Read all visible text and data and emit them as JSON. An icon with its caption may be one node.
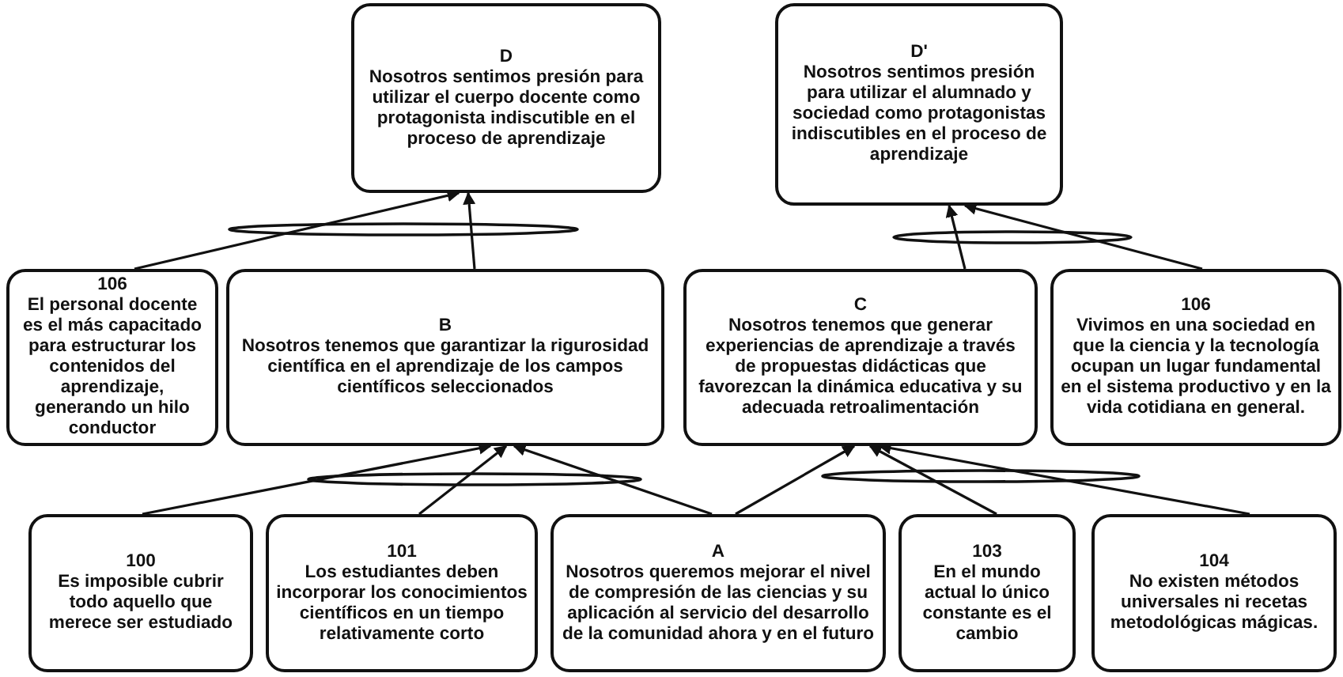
{
  "diagram": {
    "nodes": [
      {
        "text": [
          "D",
          "Nosotros sentimos presión para utilizar el cuerpo docente como protagonista indiscutible en el proceso de aprendizaje"
        ]
      },
      {
        "text": [
          "D'",
          "Nosotros sentimos presión para utilizar el alumnado y sociedad como protagonistas indiscutibles en el proceso de aprendizaje"
        ]
      },
      {
        "text": [
          "106",
          "El personal docente es el más capacitado para estructurar los contenidos del aprendizaje, generando un hilo conductor"
        ]
      },
      {
        "text": [
          "B",
          "Nosotros tenemos que garantizar la rigurosidad científica en el aprendizaje de los campos científicos seleccionados"
        ]
      },
      {
        "text": [
          "C",
          "Nosotros tenemos que generar experiencias de aprendizaje a través de propuestas didácticas que favorezcan la dinámica educativa y su adecuada retroalimentación"
        ]
      },
      {
        "text": [
          "106",
          "Vivimos en una sociedad en que la ciencia y la tecnología ocupan un lugar fundamental en el sistema productivo y en la vida cotidiana en general."
        ]
      },
      {
        "text": [
          "100",
          "Es imposible cubrir todo aquello que merece ser estudiado"
        ]
      },
      {
        "text": [
          "101",
          "Los estudiantes deben incorporar los conocimientos científicos en un tiempo relativamente corto"
        ]
      },
      {
        "text": [
          "A",
          "Nosotros queremos mejorar el nivel de compresión de las ciencias y su aplicación al servicio del desarrollo de la comunidad ahora y en el futuro"
        ]
      },
      {
        "text": [
          "103",
          "En el mundo actual lo único constante es el cambio"
        ]
      },
      {
        "text": [
          "104",
          "No existen  métodos universales ni recetas metodológicas mágicas."
        ]
      }
    ],
    "edges": [
      {
        "from": 2,
        "to": 0,
        "arrow": "to"
      },
      {
        "from": 3,
        "to": 0,
        "arrow": "to"
      },
      {
        "from": 4,
        "to": 1,
        "arrow": "to"
      },
      {
        "from": 5,
        "to": 1,
        "arrow": "to"
      },
      {
        "from": 6,
        "to": 3,
        "arrow": "to"
      },
      {
        "from": 7,
        "to": 3,
        "arrow": "to"
      },
      {
        "from": 8,
        "to": 3,
        "arrow": "to"
      },
      {
        "from": 8,
        "to": 4,
        "arrow": "to"
      },
      {
        "from": 9,
        "to": 4,
        "arrow": "to"
      },
      {
        "from": 10,
        "to": 4,
        "arrow": "to"
      }
    ]
  }
}
